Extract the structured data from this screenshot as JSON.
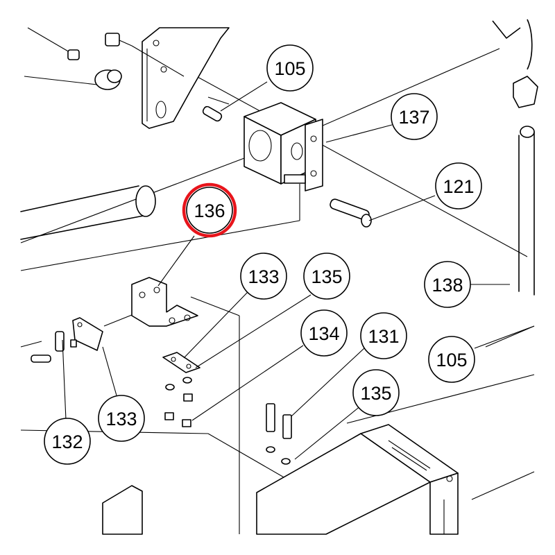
{
  "highlight_color": "#e8141b",
  "callouts": [
    {
      "label": "105",
      "highlighted": false
    },
    {
      "label": "137",
      "highlighted": false
    },
    {
      "label": "121",
      "highlighted": false
    },
    {
      "label": "136",
      "highlighted": true
    },
    {
      "label": "133",
      "highlighted": false
    },
    {
      "label": "135",
      "highlighted": false
    },
    {
      "label": "138",
      "highlighted": false
    },
    {
      "label": "134",
      "highlighted": false
    },
    {
      "label": "131",
      "highlighted": false
    },
    {
      "label": "105",
      "highlighted": false
    },
    {
      "label": "135",
      "highlighted": false
    },
    {
      "label": "133",
      "highlighted": false
    },
    {
      "label": "132",
      "highlighted": false
    }
  ]
}
